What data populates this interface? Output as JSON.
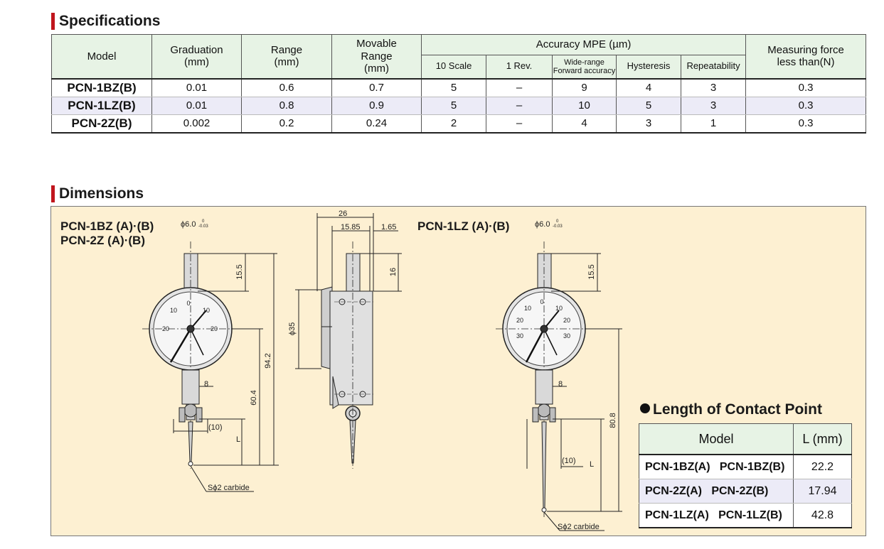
{
  "specs": {
    "title": "Specifications",
    "headers": {
      "model": "Model",
      "graduation": "Graduation",
      "graduation_unit": "(mm)",
      "range": "Range",
      "range_unit": "(mm)",
      "movable": "Movable",
      "movable2": "Range",
      "movable_unit": "(mm)",
      "accuracy": "Accuracy MPE (µm)",
      "scale10": "10 Scale",
      "rev1": "1 Rev.",
      "wide": "Wide-range",
      "wide2": "Forward accuracy",
      "hysteresis": "Hysteresis",
      "repeatability": "Repeatability",
      "force": "Measuring force",
      "force2": "less than(N)"
    },
    "rows": [
      {
        "model": "PCN-1BZ(B)",
        "graduation": "0.01",
        "range": "0.6",
        "movable": "0.7",
        "scale10": "5",
        "rev1": "–",
        "wide": "9",
        "hysteresis": "4",
        "repeatability": "3",
        "force": "0.3"
      },
      {
        "model": "PCN-1LZ(B)",
        "graduation": "0.01",
        "range": "0.8",
        "movable": "0.9",
        "scale10": "5",
        "rev1": "–",
        "wide": "10",
        "hysteresis": "5",
        "repeatability": "3",
        "force": "0.3"
      },
      {
        "model": "PCN-2Z(B)",
        "graduation": "0.002",
        "range": "0.2",
        "movable": "0.24",
        "scale10": "2",
        "rev1": "–",
        "wide": "4",
        "hysteresis": "3",
        "repeatability": "1",
        "force": "0.3"
      }
    ]
  },
  "dimensions": {
    "title": "Dimensions",
    "label_left_1": "PCN-1BZ (A)·(B)",
    "label_left_2": "PCN-2Z (A)·(B)",
    "label_right": "PCN-1LZ (A)·(B)",
    "dia6": "ϕ6.0",
    "dia6_tol_top": "0",
    "dia6_tol_bottom": "-0.03",
    "d15_5": "15.5",
    "d94_2": "94.2",
    "d60_4": "60.4",
    "d8": "8",
    "d10": "(10)",
    "dL": "L",
    "carbide": "Sϕ2 carbide",
    "d26": "26",
    "d15_85": "15.85",
    "d1_65": "1.65",
    "d16": "16",
    "d35": "ϕ35",
    "d80_8": "80.8",
    "dial_left_numbers": [
      "0",
      "10",
      "10",
      "20",
      "20"
    ],
    "dial_right_numbers": [
      "0",
      "10",
      "10",
      "20",
      "20",
      "30",
      "30"
    ]
  },
  "length": {
    "title": "Length of Contact Point",
    "header_model": "Model",
    "header_l": "L (mm)",
    "rows": [
      {
        "model": "PCN-1BZ(A)   PCN-1BZ(B)",
        "l": "22.2"
      },
      {
        "model": "PCN-2Z(A)   PCN-2Z(B)",
        "l": "17.94"
      },
      {
        "model": "PCN-1LZ(A)   PCN-1LZ(B)",
        "l": "42.8"
      }
    ]
  }
}
